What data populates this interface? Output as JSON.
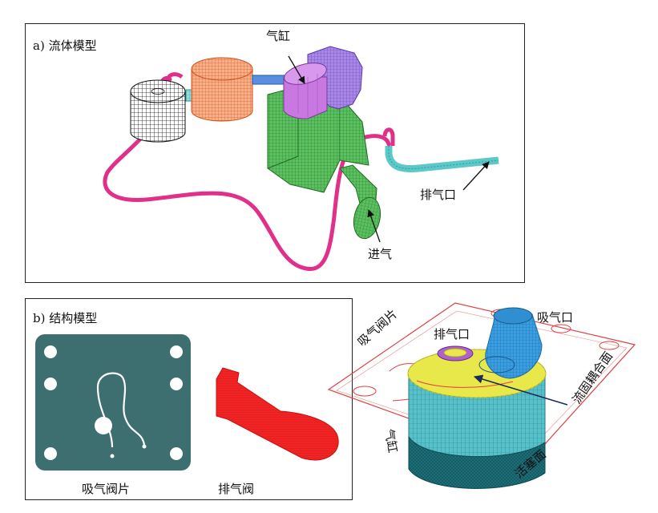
{
  "panel_a": {
    "title": "a) 流体模型",
    "labels": {
      "cylinder": "气缸",
      "exhaust_port": "排气口",
      "intake": "进气"
    }
  },
  "panel_b": {
    "title": "b) 结构模型",
    "labels": {
      "suction_valve": "吸气阀片",
      "discharge_valve": "排气阀"
    }
  },
  "coupled_view": {
    "labels": {
      "suction_port": "吸气口",
      "exhaust_port": "排气口",
      "suction_valve": "吸气阀片",
      "fsi_surface": "流固耦合面",
      "cylinder": "气缸",
      "piston_surface": "活塞面"
    }
  },
  "colors": {
    "pipe_magenta": "#e0308a",
    "muffler_orange": "#f08a5a",
    "cylinder_violet": "#c070d8",
    "head_purple": "#8a60d0",
    "crankcase_green": "#2e9a3a",
    "exhaust_cyan": "#5cc8c8",
    "valve_plate_teal": "#3d6e70",
    "discharge_red": "#ee2020",
    "fsi_yellow": "#e8e84a",
    "suction_blue": "#2f8fd0",
    "cylinder_teal": "#3aa6b0"
  }
}
